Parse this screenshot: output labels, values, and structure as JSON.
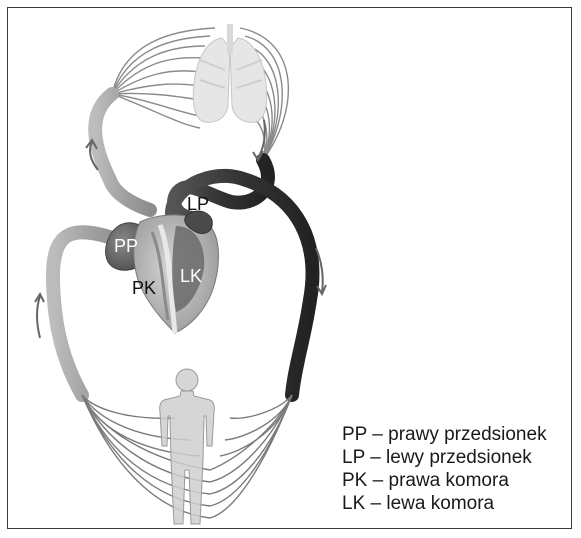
{
  "diagram": {
    "labels": {
      "pp": "PP",
      "lp": "LP",
      "pk": "PK",
      "lk": "LK"
    },
    "legend": [
      {
        "abbr": "PP",
        "sep": "–",
        "text": "prawy przedsionek"
      },
      {
        "abbr": "LP",
        "sep": "–",
        "text": "lewy przedsionek"
      },
      {
        "abbr": "PK",
        "sep": "–",
        "text": "prawa komora"
      },
      {
        "abbr": "LK",
        "sep": "–",
        "text": "lewa komora"
      }
    ],
    "colors": {
      "oxygenated": "#3d3d3d",
      "deoxygenated": "#a7a7a7",
      "lungs": "#e4e4e4",
      "body": "#cfcfcf",
      "frame": "#3a3a3a"
    },
    "icons": [
      "lungs-illustration",
      "heart-illustration",
      "human-body-silhouette",
      "flow-arrow"
    ]
  }
}
